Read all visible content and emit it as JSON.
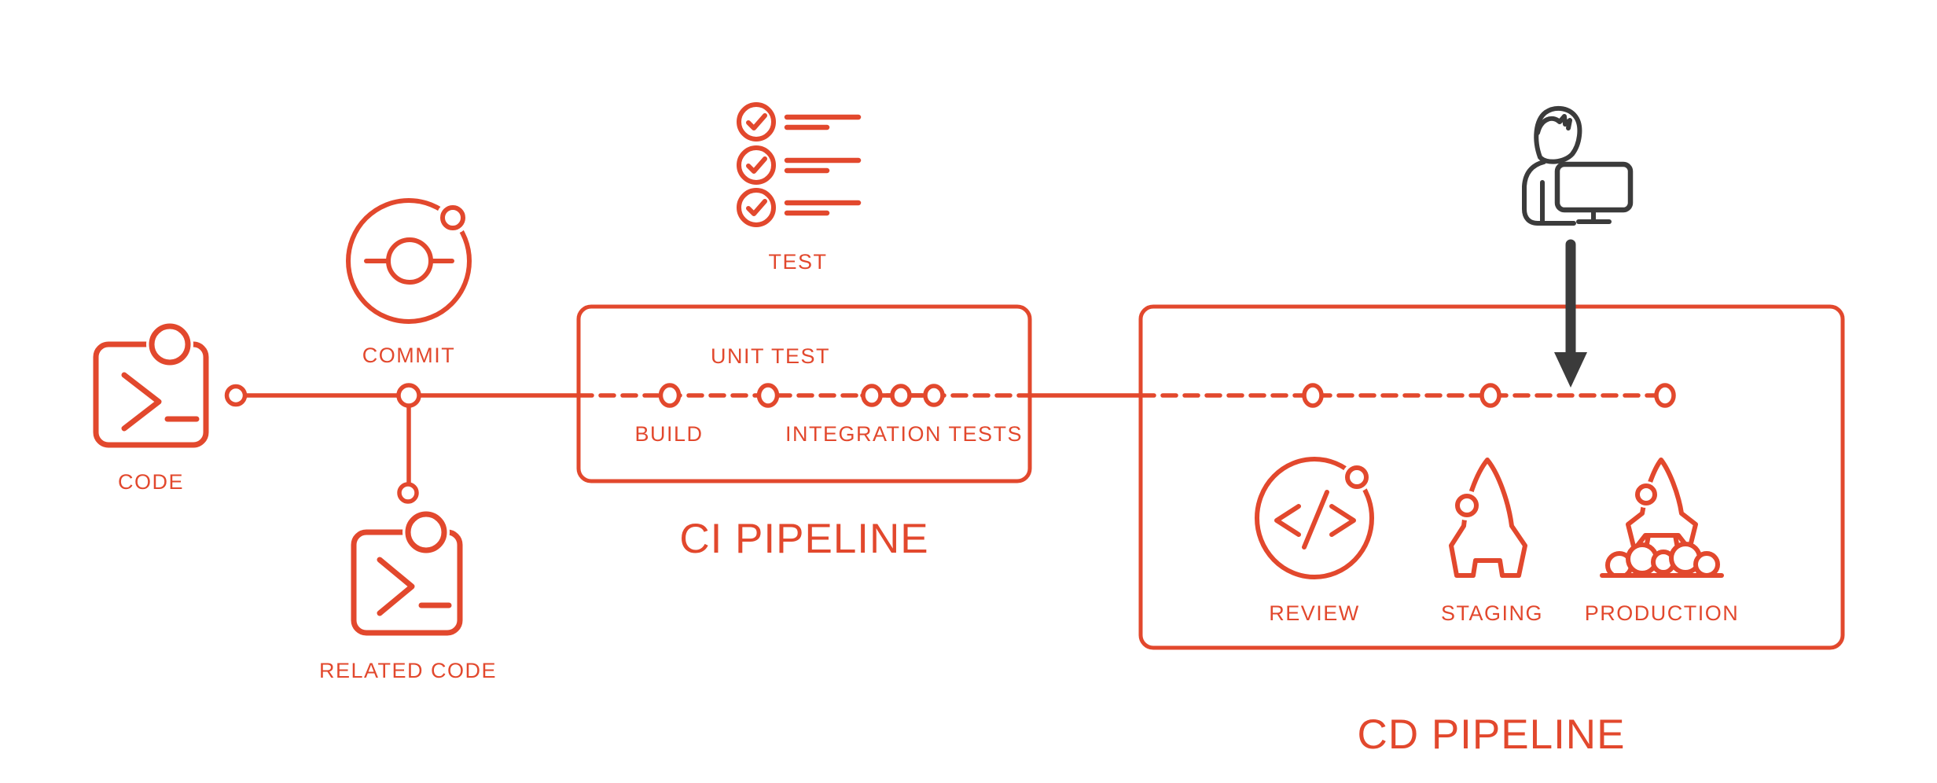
{
  "diagram": {
    "background_color": "#ffffff",
    "accent_red": "#e2482d",
    "dark_gray": "#3b3b3b",
    "stages": {
      "code": "CODE",
      "commit": "COMMIT",
      "related_code": "RELATED CODE",
      "test": "TEST",
      "unit_test": "UNIT TEST",
      "build": "BUILD",
      "integration_tests": "INTEGRATION TESTS",
      "review": "REVIEW",
      "staging": "STAGING",
      "production": "PRODUCTION"
    },
    "pipelines": {
      "ci_title": "CI PIPELINE",
      "cd_title": "CD PIPELINE"
    }
  }
}
